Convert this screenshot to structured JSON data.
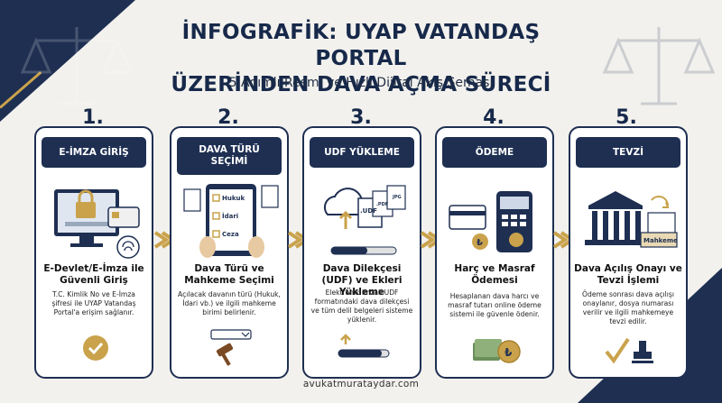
{
  "header": {
    "title_line1": "İNFOGRAFİK: UYAP VATANDAŞ PORTAL",
    "title_line2": "ÜZERİNDEN DAVA AÇMA SÜRECİ",
    "subtitle": "5 Adımlı Resmi ve Hızlı Dijital Akış Şeması"
  },
  "steps": [
    {
      "number": "1.",
      "head": "E-İMZA GİRİŞ",
      "title": "E-Devlet/E-İmza ile Güvenli Giriş",
      "desc": "T.C. Kimlik No ve E-İmza şifresi ile UYAP Vatandaş Portal'a erişim sağlanır."
    },
    {
      "number": "2.",
      "head": "DAVA TÜRÜ SEÇİMİ",
      "title": "Dava Türü ve Mahkeme Seçimi",
      "desc": "Açılacak davanın türü (Hukuk, İdari vb.) ve ilgili mahkeme birimi belirlenir."
    },
    {
      "number": "3.",
      "head": "UDF YÜKLEME",
      "title": "Dava Dilekçesi (UDF) ve Ekleri Yükleme",
      "desc": "Elektronik imzalı UDF formatındaki dava dilekçesi ve tüm delil belgeleri sisteme yüklenir."
    },
    {
      "number": "4.",
      "head": "ÖDEME",
      "title": "Harç ve Masraf Ödemesi",
      "desc": "Hesaplanan dava harcı ve masraf tutarı online ödeme sistemi ile güvenle ödenir."
    },
    {
      "number": "5.",
      "head": "TEVZİ",
      "title": "Dava Açılış Onayı ve Tevzi İşlemi",
      "desc": "Ödeme sonrası dava açılışı onaylanır, dosya numarası verilir ve ilgili mahkemeye tevzi edilir."
    }
  ],
  "illus_labels": {
    "checklist": [
      "Hukuk",
      "İdari",
      "Ceza"
    ],
    "udf": ".UDF",
    "pdf": ".PDF",
    "jpg": "JPG",
    "court": "Mahkeme",
    "currency": "₺"
  },
  "footer": "avukatmurataydar.com",
  "colors": {
    "navy": "#1e2f52",
    "gold": "#c9a24b",
    "background": "#f2f1ed"
  }
}
